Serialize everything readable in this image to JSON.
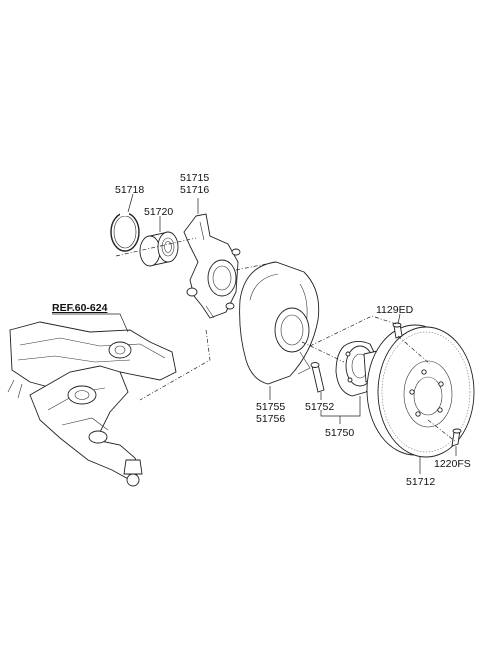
{
  "labels": {
    "p51718": "51718",
    "p51715": "51715",
    "p51716": "51716",
    "p51720": "51720",
    "ref": "REF.60-624",
    "p1129ED": "1129ED",
    "p51755": "51755",
    "p51756": "51756",
    "p51752": "51752",
    "p51750": "51750",
    "p51712": "51712",
    "p1220FS": "1220FS"
  }
}
